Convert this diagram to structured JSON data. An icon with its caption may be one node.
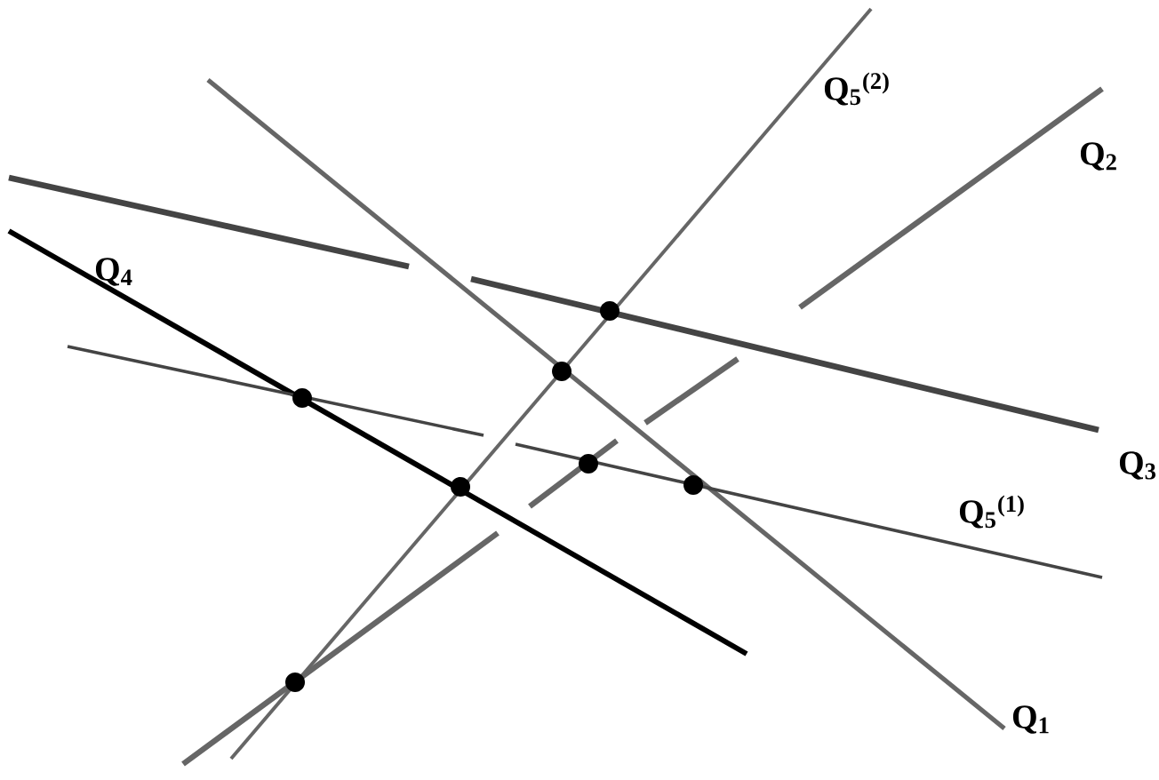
{
  "diagram": {
    "labels": [
      "Q$_{5}$$^{(2)}$",
      "Q$_{2}$",
      "Q$_{4}$",
      "Q$_{3}$",
      "Q$_{5}$$^{(1)}$",
      "Q$_{1}$"
    ]
  }
}
